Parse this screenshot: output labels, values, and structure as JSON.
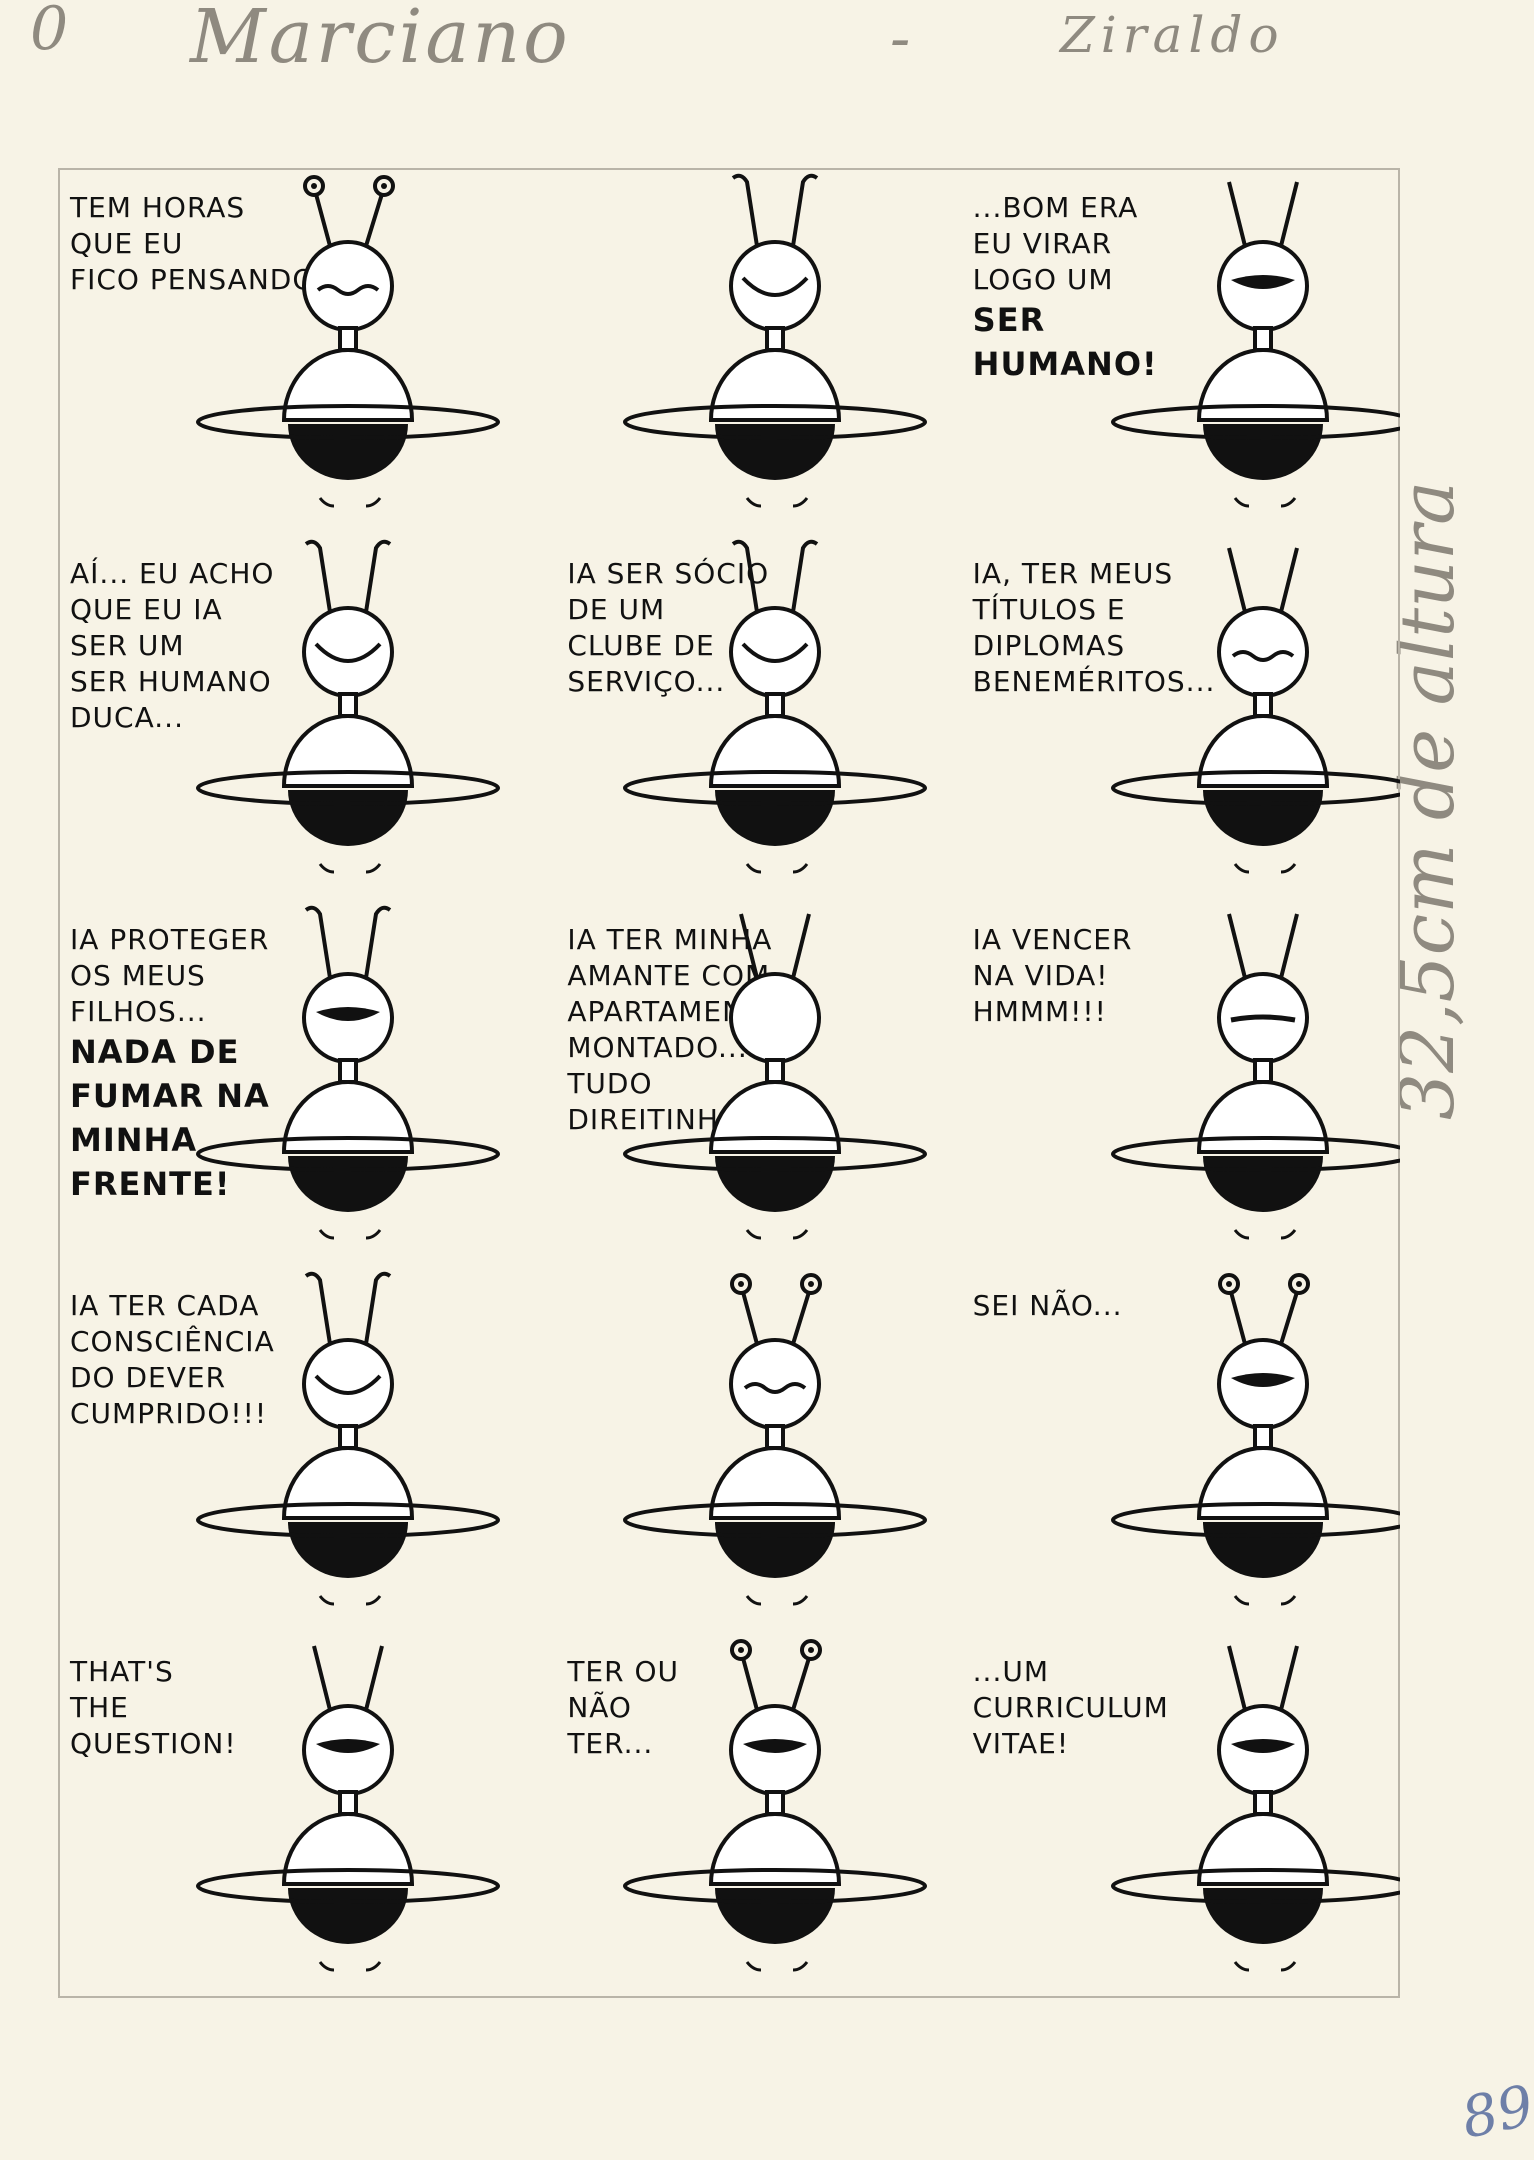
{
  "header": {
    "number": "0",
    "title": "Marciano",
    "separator": "-",
    "author": "Ziraldo"
  },
  "margin": {
    "dimension_note": "32,5cm de altura",
    "page_number": "89"
  },
  "panels": [
    {
      "text": "TEM HORAS\nQUE EU\nFICO PENSANDO...",
      "bold": "",
      "mouth": "wavy",
      "eyes": "stalk-eyes"
    },
    {
      "text": "",
      "bold": "",
      "mouth": "smile",
      "eyes": "curled"
    },
    {
      "text": "...BOM ERA\nEU VIRAR\nLOGO UM",
      "bold": "SER\nHUMANO!",
      "mouth": "teeth",
      "eyes": "plain"
    },
    {
      "text": "AÍ... EU ACHO\nQUE EU IA\nSER UM\nSER HUMANO\nDUCA...",
      "bold": "",
      "mouth": "smile",
      "eyes": "curled"
    },
    {
      "text": "IA SER SÓCIO\nDE UM\nCLUBE DE\nSERVIÇO...",
      "bold": "",
      "mouth": "smile",
      "eyes": "curled"
    },
    {
      "text": "IA, TER MEUS\nTÍTULOS E\nDIPLOMAS\nBENEMÉRITOS...",
      "bold": "",
      "mouth": "wavy",
      "eyes": "plain"
    },
    {
      "text": "IA PROTEGER\nOS MEUS\nFILHOS...",
      "bold": "NADA DE\nFUMAR NA\nMINHA\nFRENTE!",
      "mouth": "teeth",
      "eyes": "curled"
    },
    {
      "text": "IA TER MINHA\nAMANTE COM\nAPARTAMENTO\nMONTADO...\nTUDO\nDIREITINHO...",
      "bold": "",
      "mouth": "none",
      "eyes": "plain"
    },
    {
      "text": "IA VENCER\nNA VIDA!\nHMMM!!!",
      "bold": "",
      "mouth": "line",
      "eyes": "plain"
    },
    {
      "text": "IA TER CADA\nCONSCIÊNCIA\nDO DEVER\nCUMPRIDO!!!",
      "bold": "",
      "mouth": "smile",
      "eyes": "curled"
    },
    {
      "text": "",
      "bold": "",
      "mouth": "wavy",
      "eyes": "stalk-eyes"
    },
    {
      "text": "SEI NÃO...",
      "bold": "",
      "mouth": "teeth",
      "eyes": "stalk-eyes"
    },
    {
      "text": "THAT'S\nTHE\nQUESTION!",
      "bold": "",
      "mouth": "teeth",
      "eyes": "plain"
    },
    {
      "text": "TER OU\nNÃO\nTER...",
      "bold": "",
      "mouth": "teeth",
      "eyes": "stalk-eyes"
    },
    {
      "text": "...UM\nCURRICULUM\nVITAE!",
      "bold": "",
      "mouth": "teeth",
      "eyes": "plain"
    }
  ]
}
